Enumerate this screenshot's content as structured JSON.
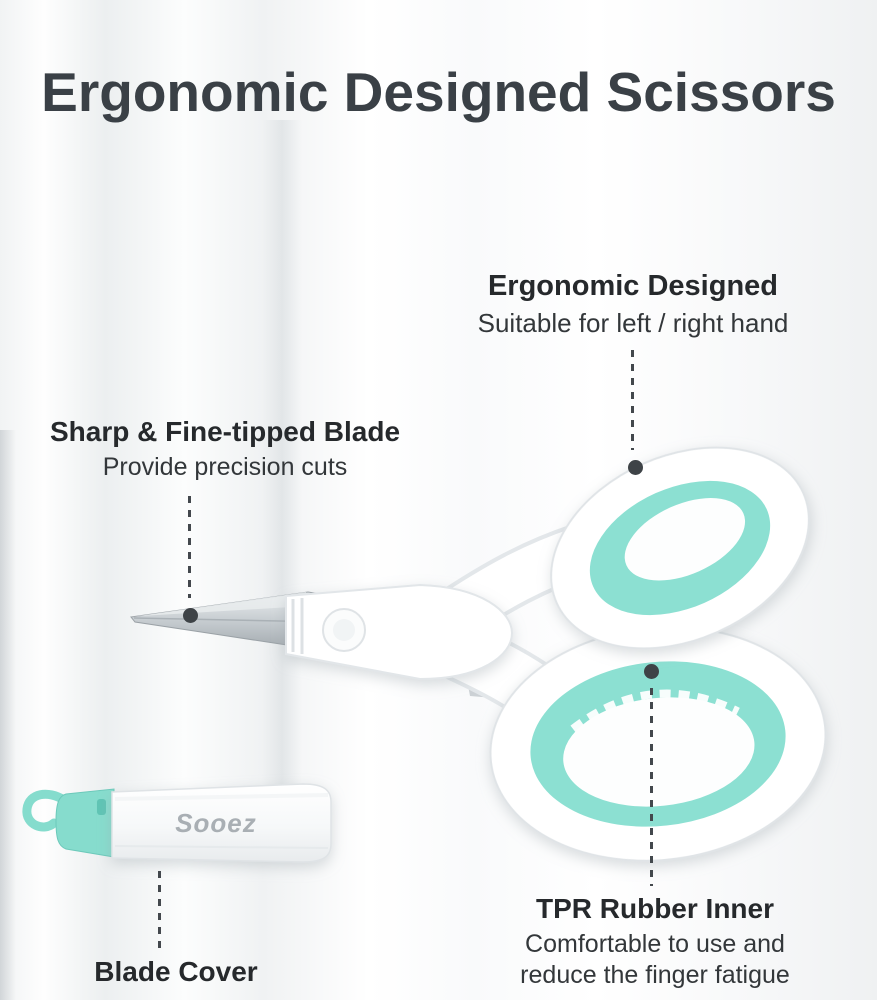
{
  "title": "Ergonomic Designed Scissors",
  "callouts": {
    "ergonomic": {
      "title": "Ergonomic Designed",
      "subtitle": "Suitable for left / right hand"
    },
    "blade": {
      "title": "Sharp & Fine-tipped Blade",
      "subtitle": "Provide precision cuts"
    },
    "tpr": {
      "title": "TPR Rubber Inner",
      "subtitle1": "Comfortable to use and",
      "subtitle2": "reduce the finger fatigue"
    },
    "cover": {
      "title": "Blade Cover"
    }
  },
  "product": {
    "brand": "Sooez"
  },
  "colors": {
    "accent_teal": "#8CE0D2",
    "accent_teal_dark": "#6CC9BA",
    "title_color": "#3A4046",
    "text_color": "#26292C",
    "pointer_color": "#43484D",
    "blade_silver": "#C6CCD0"
  }
}
